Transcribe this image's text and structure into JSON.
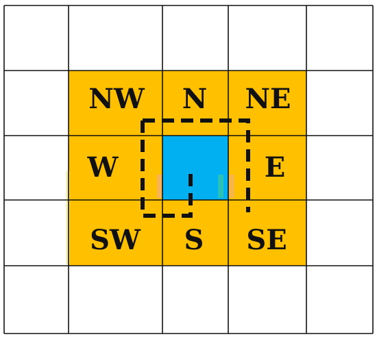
{
  "grid": {
    "rows": 5,
    "cols": 5,
    "line_color": "#111111",
    "background": "#ffffff"
  },
  "colors": {
    "neighbor_fill": "#FFC000",
    "center_fill": "#00B0F0",
    "dashed_outline": "#111111"
  },
  "neighborhood": {
    "center": {
      "row": 2,
      "col": 2
    },
    "labels": {
      "nw": "NW",
      "n": "N",
      "ne": "NE",
      "w": "W",
      "e": "E",
      "sw": "SW",
      "s": "S",
      "se": "SE"
    }
  }
}
